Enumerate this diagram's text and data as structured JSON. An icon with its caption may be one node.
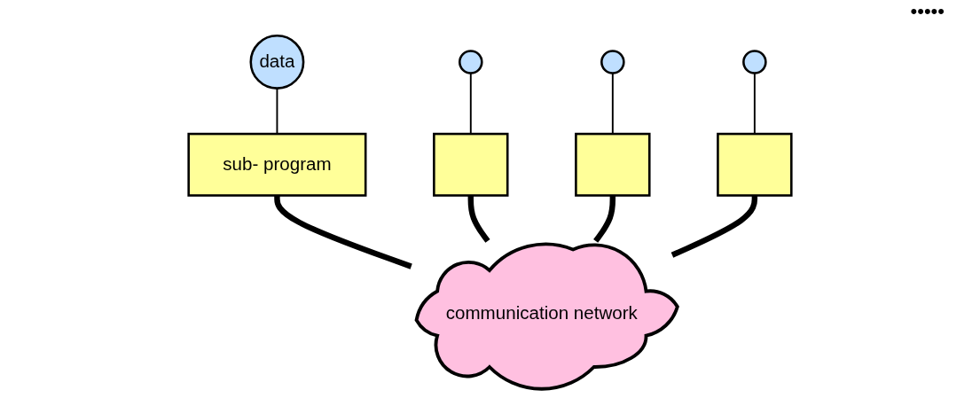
{
  "diagram": {
    "nodes": [
      {
        "text": [
          "data"
        ]
      },
      {
        "text": [],
        "shape": "circle"
      },
      {
        "text": [],
        "shape": "circle"
      },
      {
        "text": [],
        "shape": "circle"
      },
      {
        "text": [
          "sub- program"
        ]
      },
      {
        "text": [],
        "shape": "box"
      },
      {
        "text": [],
        "shape": "box"
      },
      {
        "text": [],
        "shape": "box"
      },
      {
        "text": [
          "communication network"
        ]
      }
    ],
    "edges": [
      {
        "from": 0,
        "to": 4,
        "arrow": "none"
      },
      {
        "from": 1,
        "to": 5,
        "arrow": "none"
      },
      {
        "from": 2,
        "to": 6,
        "arrow": "none"
      },
      {
        "from": 3,
        "to": 7,
        "arrow": "none"
      },
      {
        "from": 4,
        "to": 8,
        "arrow": "none",
        "style": "thick"
      },
      {
        "from": 5,
        "to": 8,
        "arrow": "none",
        "style": "thick"
      },
      {
        "from": 6,
        "to": 8,
        "arrow": "none",
        "style": "thick"
      },
      {
        "from": 7,
        "to": 8,
        "arrow": "none",
        "style": "thick"
      }
    ],
    "labels": [
      "•••••"
    ]
  }
}
